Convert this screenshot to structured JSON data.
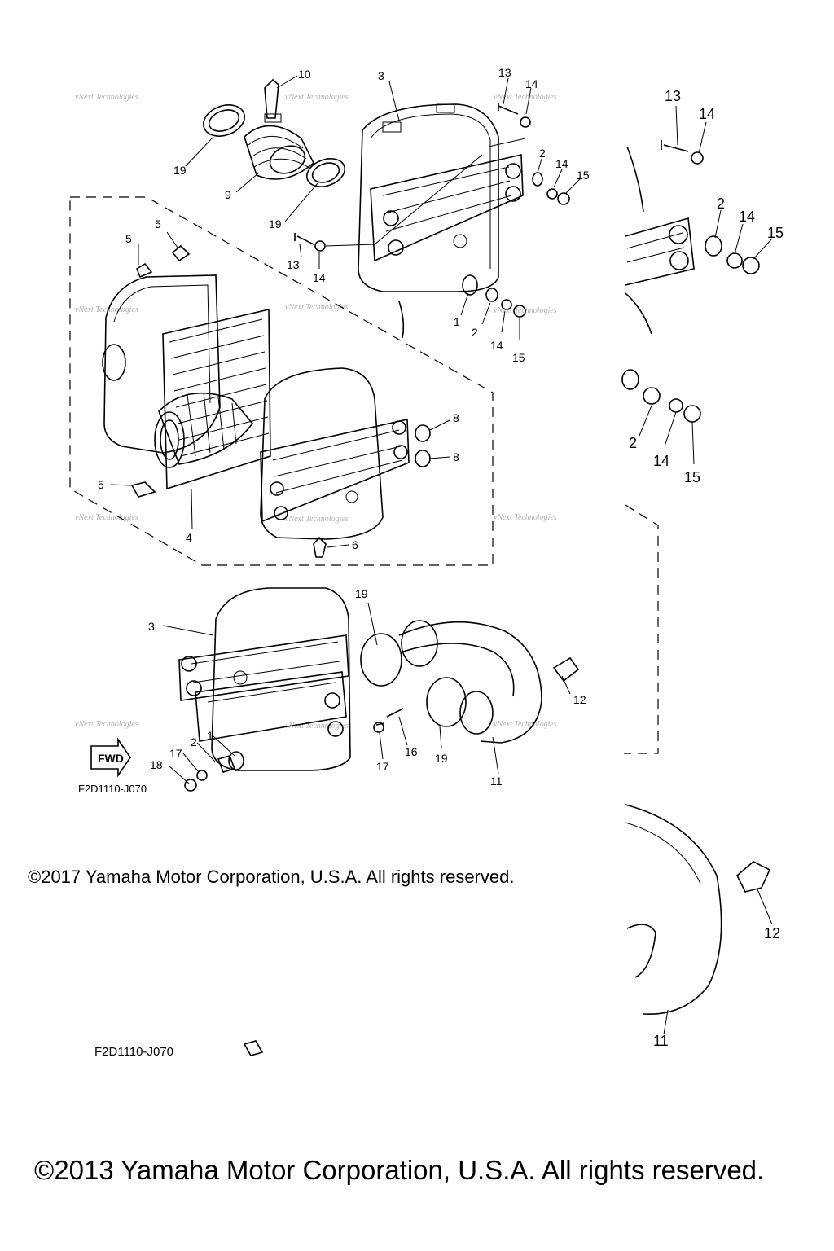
{
  "diagram_code_top": "F2D1110-J070",
  "diagram_code_bottom": "F2D1110-J070",
  "copyright_top": "©2017 Yamaha Motor Corporation, U.S.A. All rights reserved.",
  "copyright_bottom": "©2013 Yamaha Motor Corporation, U.S.A. All rights reserved.",
  "fwd_label": "FWD",
  "watermark": "vNext Technologies",
  "callouts": {
    "c1": "1",
    "c2": "2",
    "c3": "3",
    "c4": "4",
    "c5": "5",
    "c6": "6",
    "c8": "8",
    "c9": "9",
    "c10": "10",
    "c11": "11",
    "c12": "12",
    "c13": "13",
    "c14": "14",
    "c15": "15",
    "c16": "16",
    "c17": "17",
    "c18": "18",
    "c19": "19"
  }
}
